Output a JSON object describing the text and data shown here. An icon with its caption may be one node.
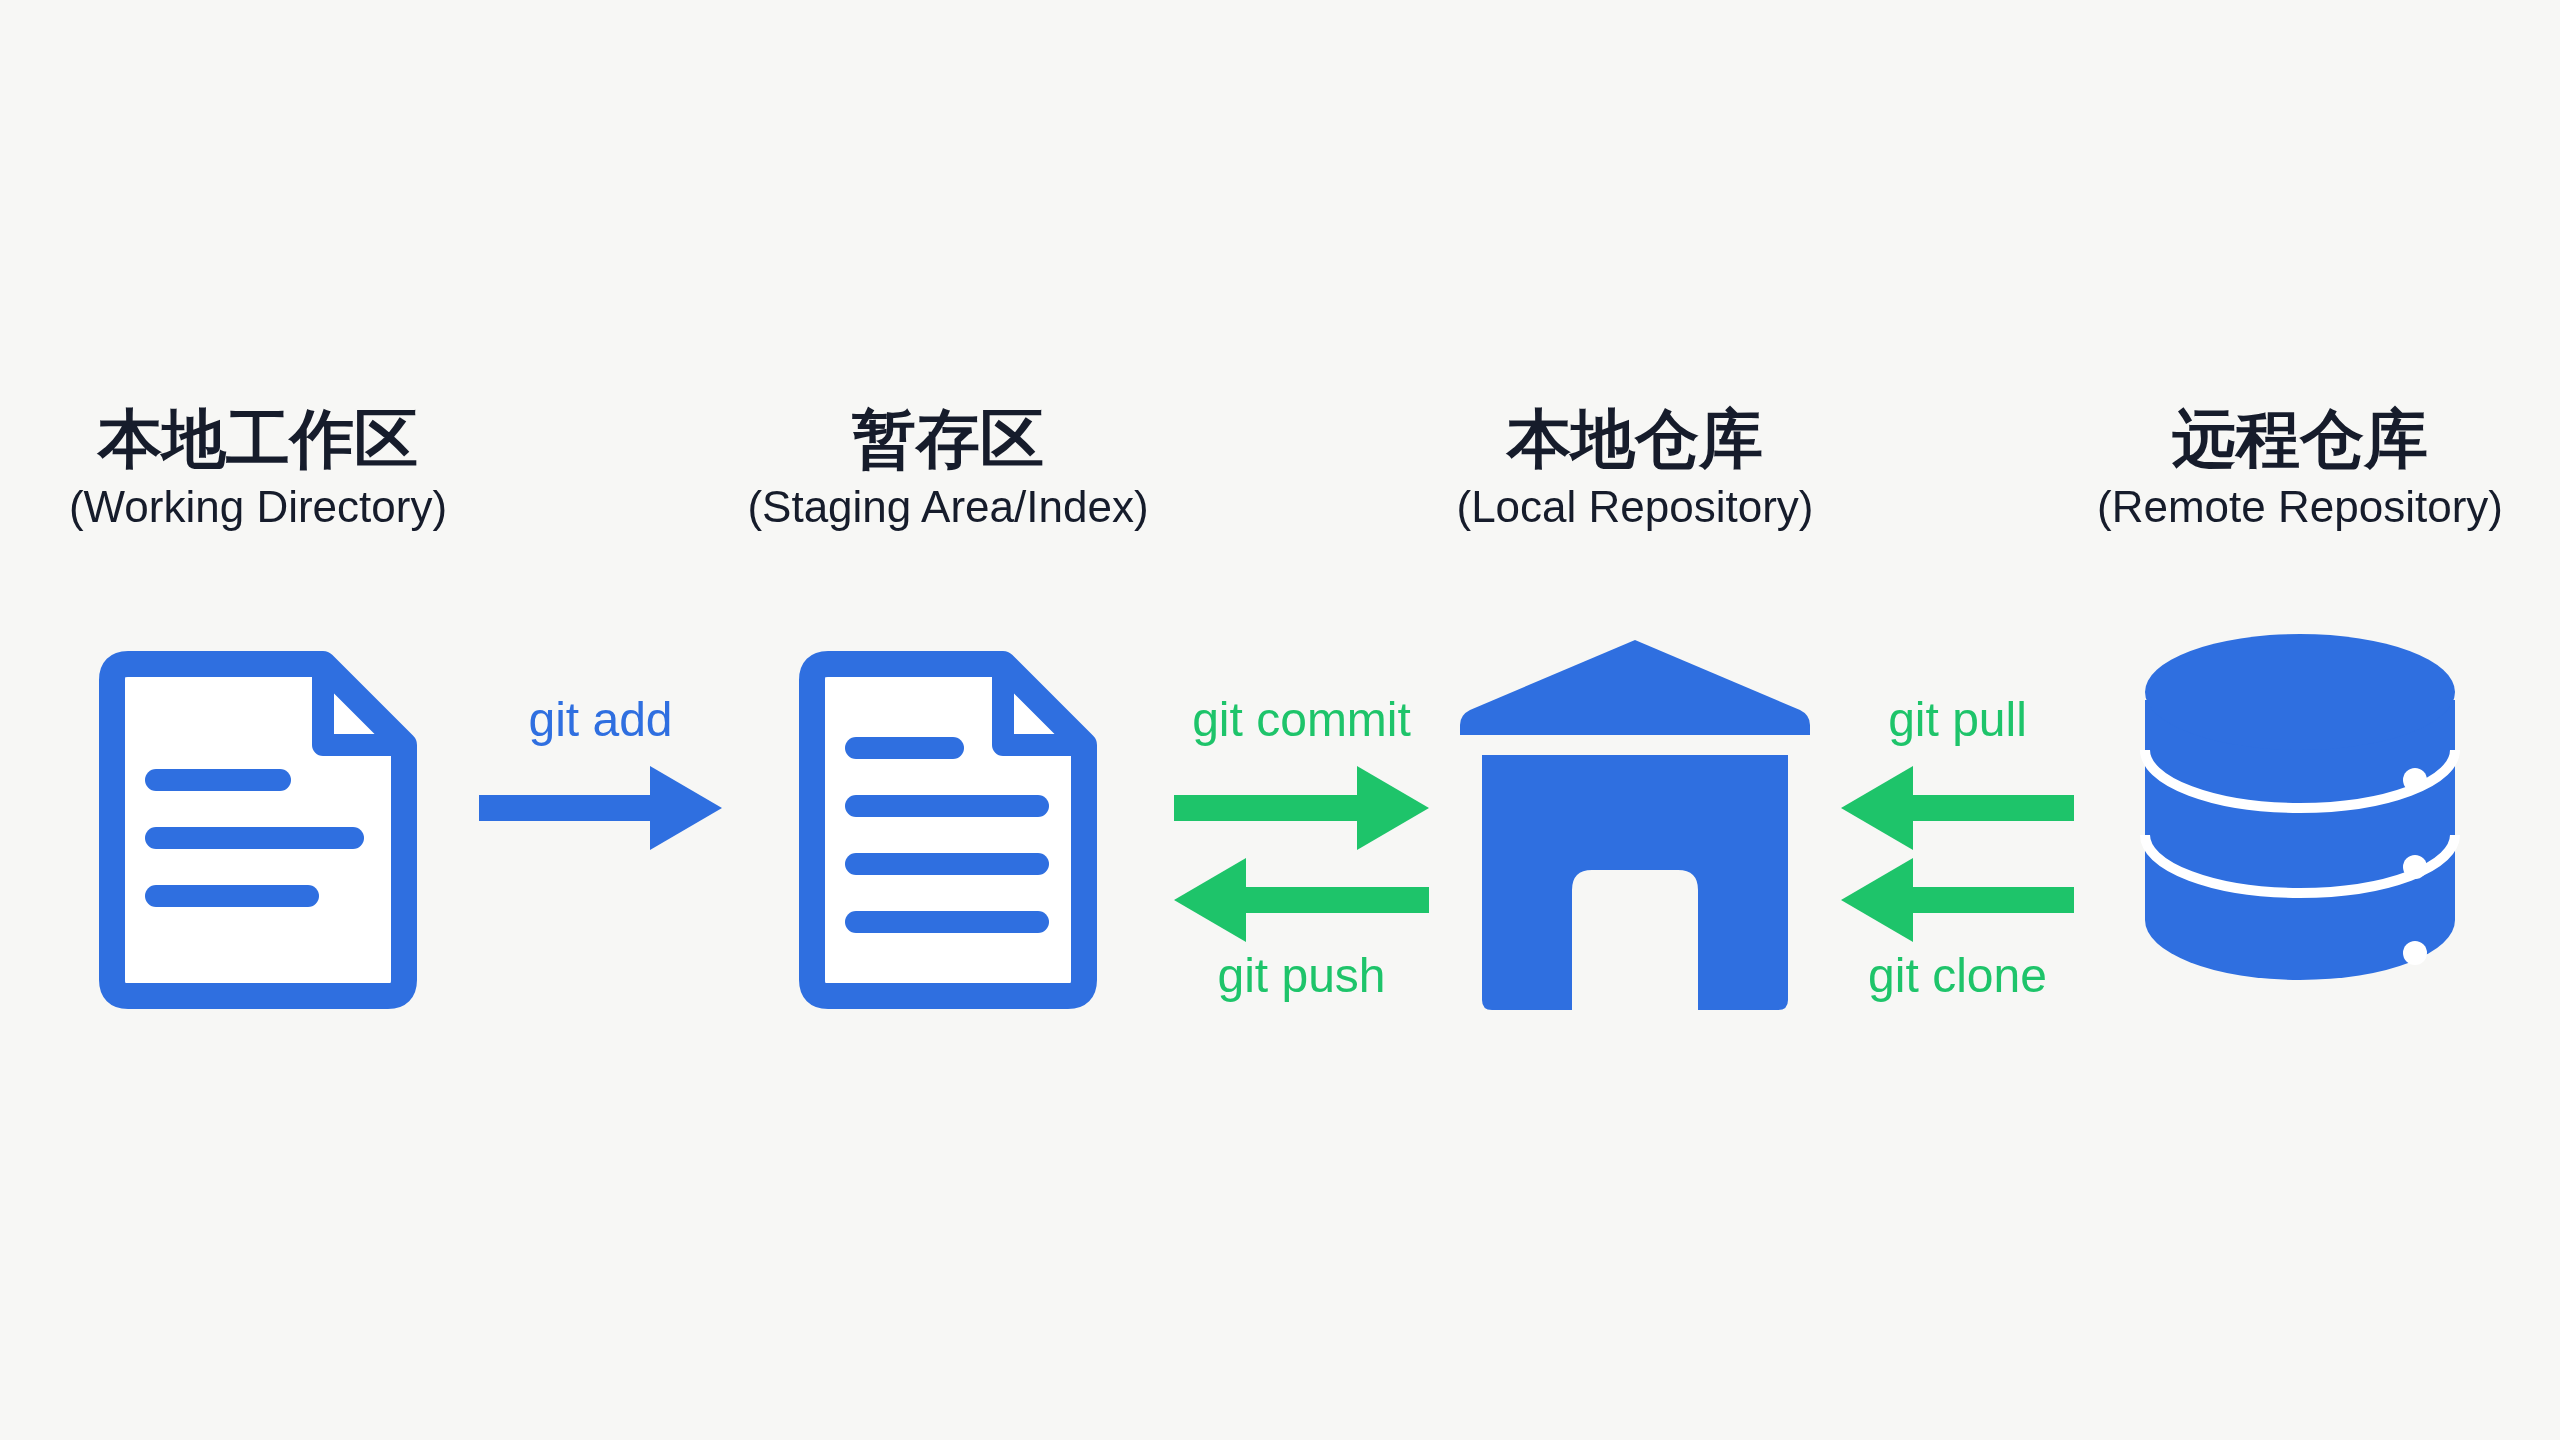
{
  "diagram": {
    "nodes": [
      {
        "text": [
          "本地工作区",
          "(Working Directory)"
        ]
      },
      {
        "text": [
          "暂存区",
          "(Staging Area/Index)"
        ]
      },
      {
        "text": [
          "本地仓库",
          "(Local Repository)"
        ]
      },
      {
        "text": [
          "远程仓库",
          "(Remote Repository)"
        ]
      }
    ],
    "edges": [
      {
        "from": 0,
        "to": 1,
        "arrow": "to",
        "label": "git add",
        "color": "#2f6fe0"
      },
      {
        "from": 1,
        "to": 2,
        "arrow": "to",
        "label": "git commit"
      },
      {
        "from": 2,
        "to": 1,
        "arrow": "to",
        "label": "git push"
      },
      {
        "from": 3,
        "to": 2,
        "arrow": "to",
        "label": "git pull"
      },
      {
        "from": 3,
        "to": 2,
        "arrow": "to",
        "label": "git clone"
      }
    ]
  }
}
